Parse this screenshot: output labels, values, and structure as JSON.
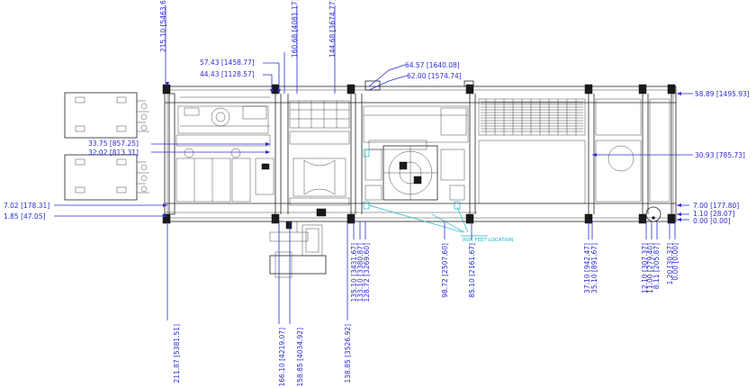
{
  "dimensions": {
    "d215_10": "215.10 [5463.67]",
    "d57_43": "57.43 [1458.77]",
    "d44_43": "44.43 [1128.57]",
    "d160_68": "160.68 [4081.17]",
    "d144_68": "144.68 [3674.77]",
    "d64_57": "64.57 [1640.08]",
    "d62_00": "62.00 [1574.74]",
    "d58_89": "58.89 [1495.93]",
    "d33_75": "33.75 [857.25]",
    "d32_02": "32.02 [813.31]",
    "d30_93": "30.93 [785.73]",
    "d7_02": "7.02 [178.31]",
    "d1_85": "1.85 [47.05]",
    "d7_00": "7.00 [177.80]",
    "d1_10": "1.10 [28.07]",
    "d0_00": "0.00 [0.00]",
    "d211_87": "211.87 [5381.51]",
    "d166_10": "166.10 [4219.07]",
    "d158_85": "158.85 [4034.92]",
    "d138_85": "138.85 [3526.92]",
    "d135_10": "135.10 [3431.67]",
    "d133_10": "133.10 [3380.87]",
    "d128_72": "128.72 [3269.60]",
    "d98_72": "98.72 [2507.60]",
    "d85_10": "85.10 [2161.67]",
    "d37_10": "37.10 [942.47]",
    "d35_10": "35.10 [891.67]",
    "d12_10": "12.10 [307.37]",
    "d11_00": "11.00 [279.40]",
    "d8_11": "8.11 [205.87]",
    "d1_20": "1.20 [30.37]",
    "d0_00v": "0.00 [0.00]"
  },
  "annotation": {
    "text": "ROX FEET LOCATION",
    "color": "#18b4c8"
  },
  "colors": {
    "dimension": "#2b2bd6",
    "machine": "#222222",
    "annotation": "#18b4c8"
  }
}
